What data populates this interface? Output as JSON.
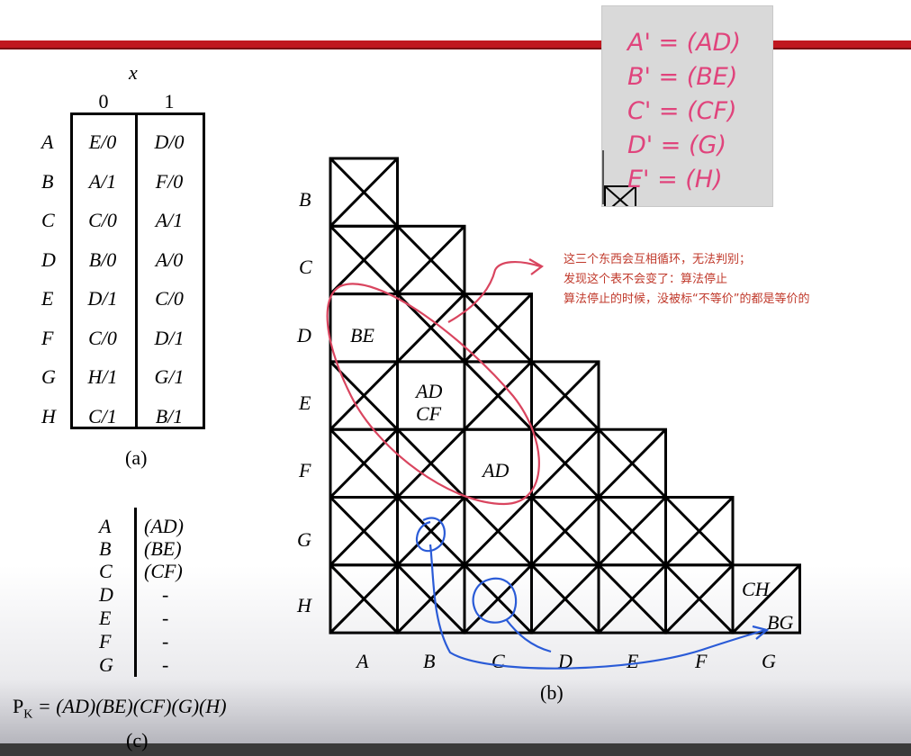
{
  "table_a": {
    "var_label": "x",
    "col_headers": [
      "0",
      "1"
    ],
    "rows": [
      {
        "state": "A",
        "c0": "E/0",
        "c1": "D/0"
      },
      {
        "state": "B",
        "c0": "A/1",
        "c1": "F/0"
      },
      {
        "state": "C",
        "c0": "C/0",
        "c1": "A/1"
      },
      {
        "state": "D",
        "c0": "B/0",
        "c1": "A/0"
      },
      {
        "state": "E",
        "c0": "D/1",
        "c1": "C/0"
      },
      {
        "state": "F",
        "c0": "C/0",
        "c1": "D/1"
      },
      {
        "state": "G",
        "c0": "H/1",
        "c1": "G/1"
      },
      {
        "state": "H",
        "c0": "C/1",
        "c1": "B/1"
      }
    ],
    "caption": "(a)"
  },
  "implication": {
    "row_labels": [
      "B",
      "C",
      "D",
      "E",
      "F",
      "G",
      "H"
    ],
    "col_labels": [
      "A",
      "B",
      "C",
      "D",
      "E",
      "F",
      "G"
    ],
    "cell_texts": {
      "be": "BE",
      "ad_top": "AD",
      "cf": "CF",
      "ad_bottom": "AD",
      "ch": "CH",
      "bg": "BG"
    },
    "caption": "(b)"
  },
  "classes": {
    "rows": [
      {
        "state": "A",
        "value": "(AD)"
      },
      {
        "state": "B",
        "value": "(BE)"
      },
      {
        "state": "C",
        "value": "(CF)"
      },
      {
        "state": "D",
        "value": "-"
      },
      {
        "state": "E",
        "value": "-"
      },
      {
        "state": "F",
        "value": "-"
      },
      {
        "state": "G",
        "value": "-"
      }
    ],
    "formula_prefix": "P",
    "formula_sub": "K",
    "formula_rest": " = (AD)(BE)(CF)(G)(H)",
    "caption": "(c)"
  },
  "annotation": {
    "lines": [
      "这三个东西会互相循环，无法判别；",
      "发现这个表不会变了：算法停止",
      "算法停止的时候，没被标“不等价”的都是等价的"
    ]
  },
  "handwritten_note": {
    "lines": [
      "A' = (AD)",
      "B' = (BE)",
      "C' = (CF)",
      "D' = (G)",
      "E' = (H)"
    ]
  },
  "colors": {
    "accent_bar": "#c0171f",
    "annotation_red": "#c0392b",
    "ink_blue": "#2a5bd7",
    "ink_red": "#d9455f"
  }
}
